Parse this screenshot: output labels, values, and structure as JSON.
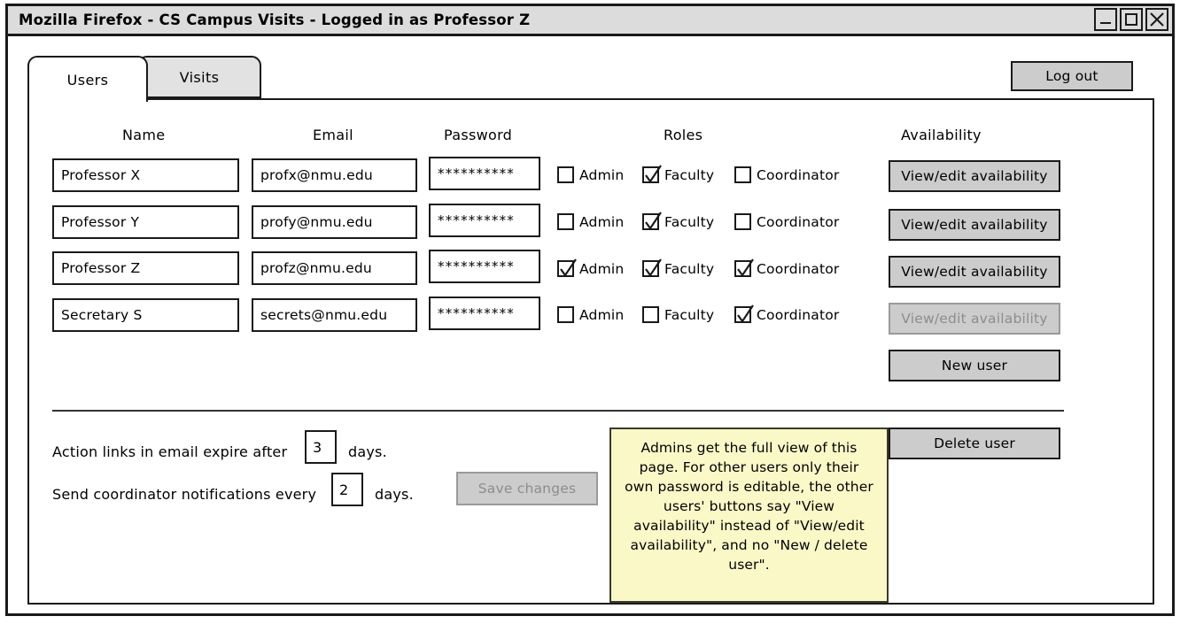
{
  "window": {
    "title": "Mozilla Firefox - CS Campus Visits - Logged in as Professor Z",
    "controls": {
      "minimize": "minimize-icon",
      "maximize": "maximize-icon",
      "close": "close-icon"
    }
  },
  "tabs": [
    {
      "label": "Users",
      "active": true
    },
    {
      "label": "Visits",
      "active": false
    }
  ],
  "header": {
    "logout_label": "Log out"
  },
  "table": {
    "columns": [
      "Name",
      "Email",
      "Password",
      "Roles",
      "Availability"
    ],
    "role_labels": [
      "Admin",
      "Faculty",
      "Coordinator"
    ],
    "rows": [
      {
        "name": "Professor X",
        "email": "profx@nmu.edu",
        "password": "**********",
        "admin": false,
        "faculty": true,
        "coordinator": false,
        "availability_label": "View/edit availability",
        "availability_disabled": false
      },
      {
        "name": "Professor Y",
        "email": "profy@nmu.edu",
        "password": "**********",
        "admin": false,
        "faculty": true,
        "coordinator": false,
        "availability_label": "View/edit availability",
        "availability_disabled": false
      },
      {
        "name": "Professor Z",
        "email": "profz@nmu.edu",
        "password": "**********",
        "admin": true,
        "faculty": true,
        "coordinator": true,
        "availability_label": "View/edit availability",
        "availability_disabled": false
      },
      {
        "name": "Secretary S",
        "email": "secrets@nmu.edu",
        "password": "**********",
        "admin": false,
        "faculty": false,
        "coordinator": true,
        "availability_label": "View/edit availability",
        "availability_disabled": true
      }
    ],
    "new_user_label": "New user",
    "delete_user_label": "Delete user"
  },
  "settings": {
    "expiry_text_before": "Action links in email expire after",
    "expiry_value": "3",
    "expiry_text_after": "days.",
    "notify_text_before": "Send coordinator notifications every",
    "notify_value": "2",
    "notify_text_after": "days.",
    "save_label": "Save changes",
    "save_disabled": true
  },
  "note": {
    "text": "Admins get the full view of this page. For other users only their own password is editable, the other users' buttons say \"View availability\" instead of \"View/edit availability\", and no \"New / delete user\"."
  },
  "colors": {
    "titlebar": "#dcdcdc",
    "button_face": "#cccccc",
    "inactive_tab": "#e2e2e2",
    "note_fill": "#fbf8c8",
    "disabled_text": "#8d8d8d",
    "outline": "#1a1a1a"
  }
}
